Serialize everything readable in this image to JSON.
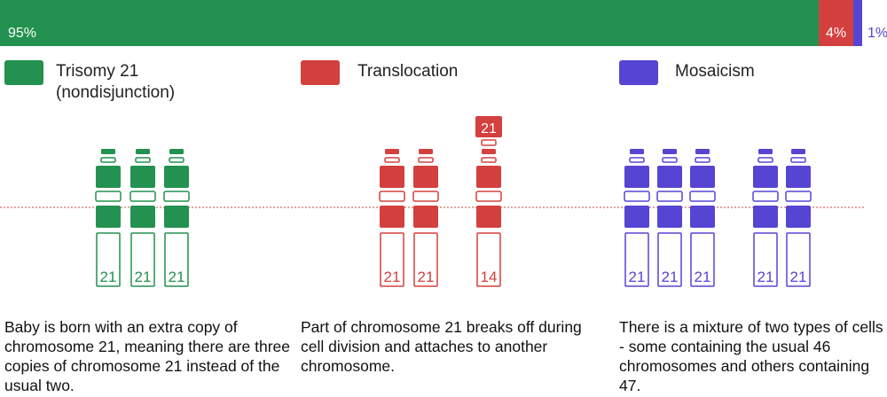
{
  "colors": {
    "trisomy": "#23914f",
    "translocation": "#d3403e",
    "mosaicism": "#5645d3"
  },
  "chart_data": {
    "type": "bar",
    "categories": [
      "Trisomy 21 (nondisjunction)",
      "Translocation",
      "Mosaicism"
    ],
    "values": [
      95,
      4,
      1
    ],
    "unit": "%"
  },
  "bar_labels": {
    "trisomy": "95%",
    "translocation": "4%",
    "mosaicism": "1%"
  },
  "legend": {
    "trisomy_line1": "Trisomy 21",
    "trisomy_line2": "(nondisjunction)",
    "translocation": "Translocation",
    "mosaicism": "Mosaicism"
  },
  "chromosome_labels": {
    "trisomy": [
      "21",
      "21",
      "21"
    ],
    "translocation": [
      "21",
      "21",
      "14"
    ],
    "translocation_top": "21",
    "mosaicism": [
      "21",
      "21",
      "21",
      "21",
      "21"
    ]
  },
  "descriptions": {
    "trisomy": "Baby is born with an extra copy of chromosome 21, meaning there are three copies of chromosome 21 instead of the usual two.",
    "translocation": "Part of chromosome 21 breaks off during cell division and attaches to another chromosome.",
    "mosaicism": "There is a mixture of two types of cells - some containing the usual 46 chromosomes and others containing 47."
  }
}
